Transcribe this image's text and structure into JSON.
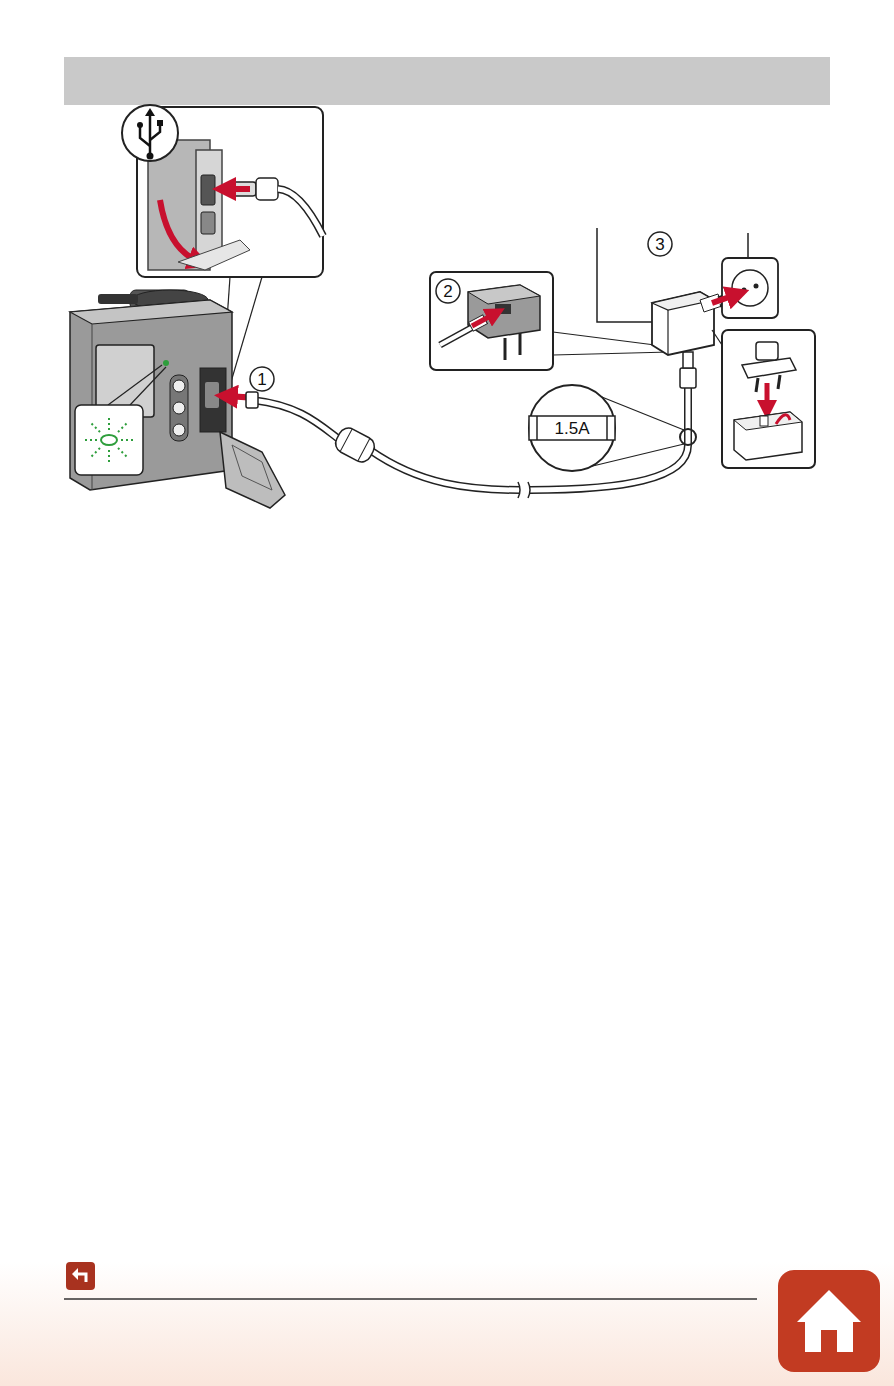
{
  "diagram": {
    "labels": [
      "1",
      "2",
      "3",
      "1.5A"
    ]
  }
}
